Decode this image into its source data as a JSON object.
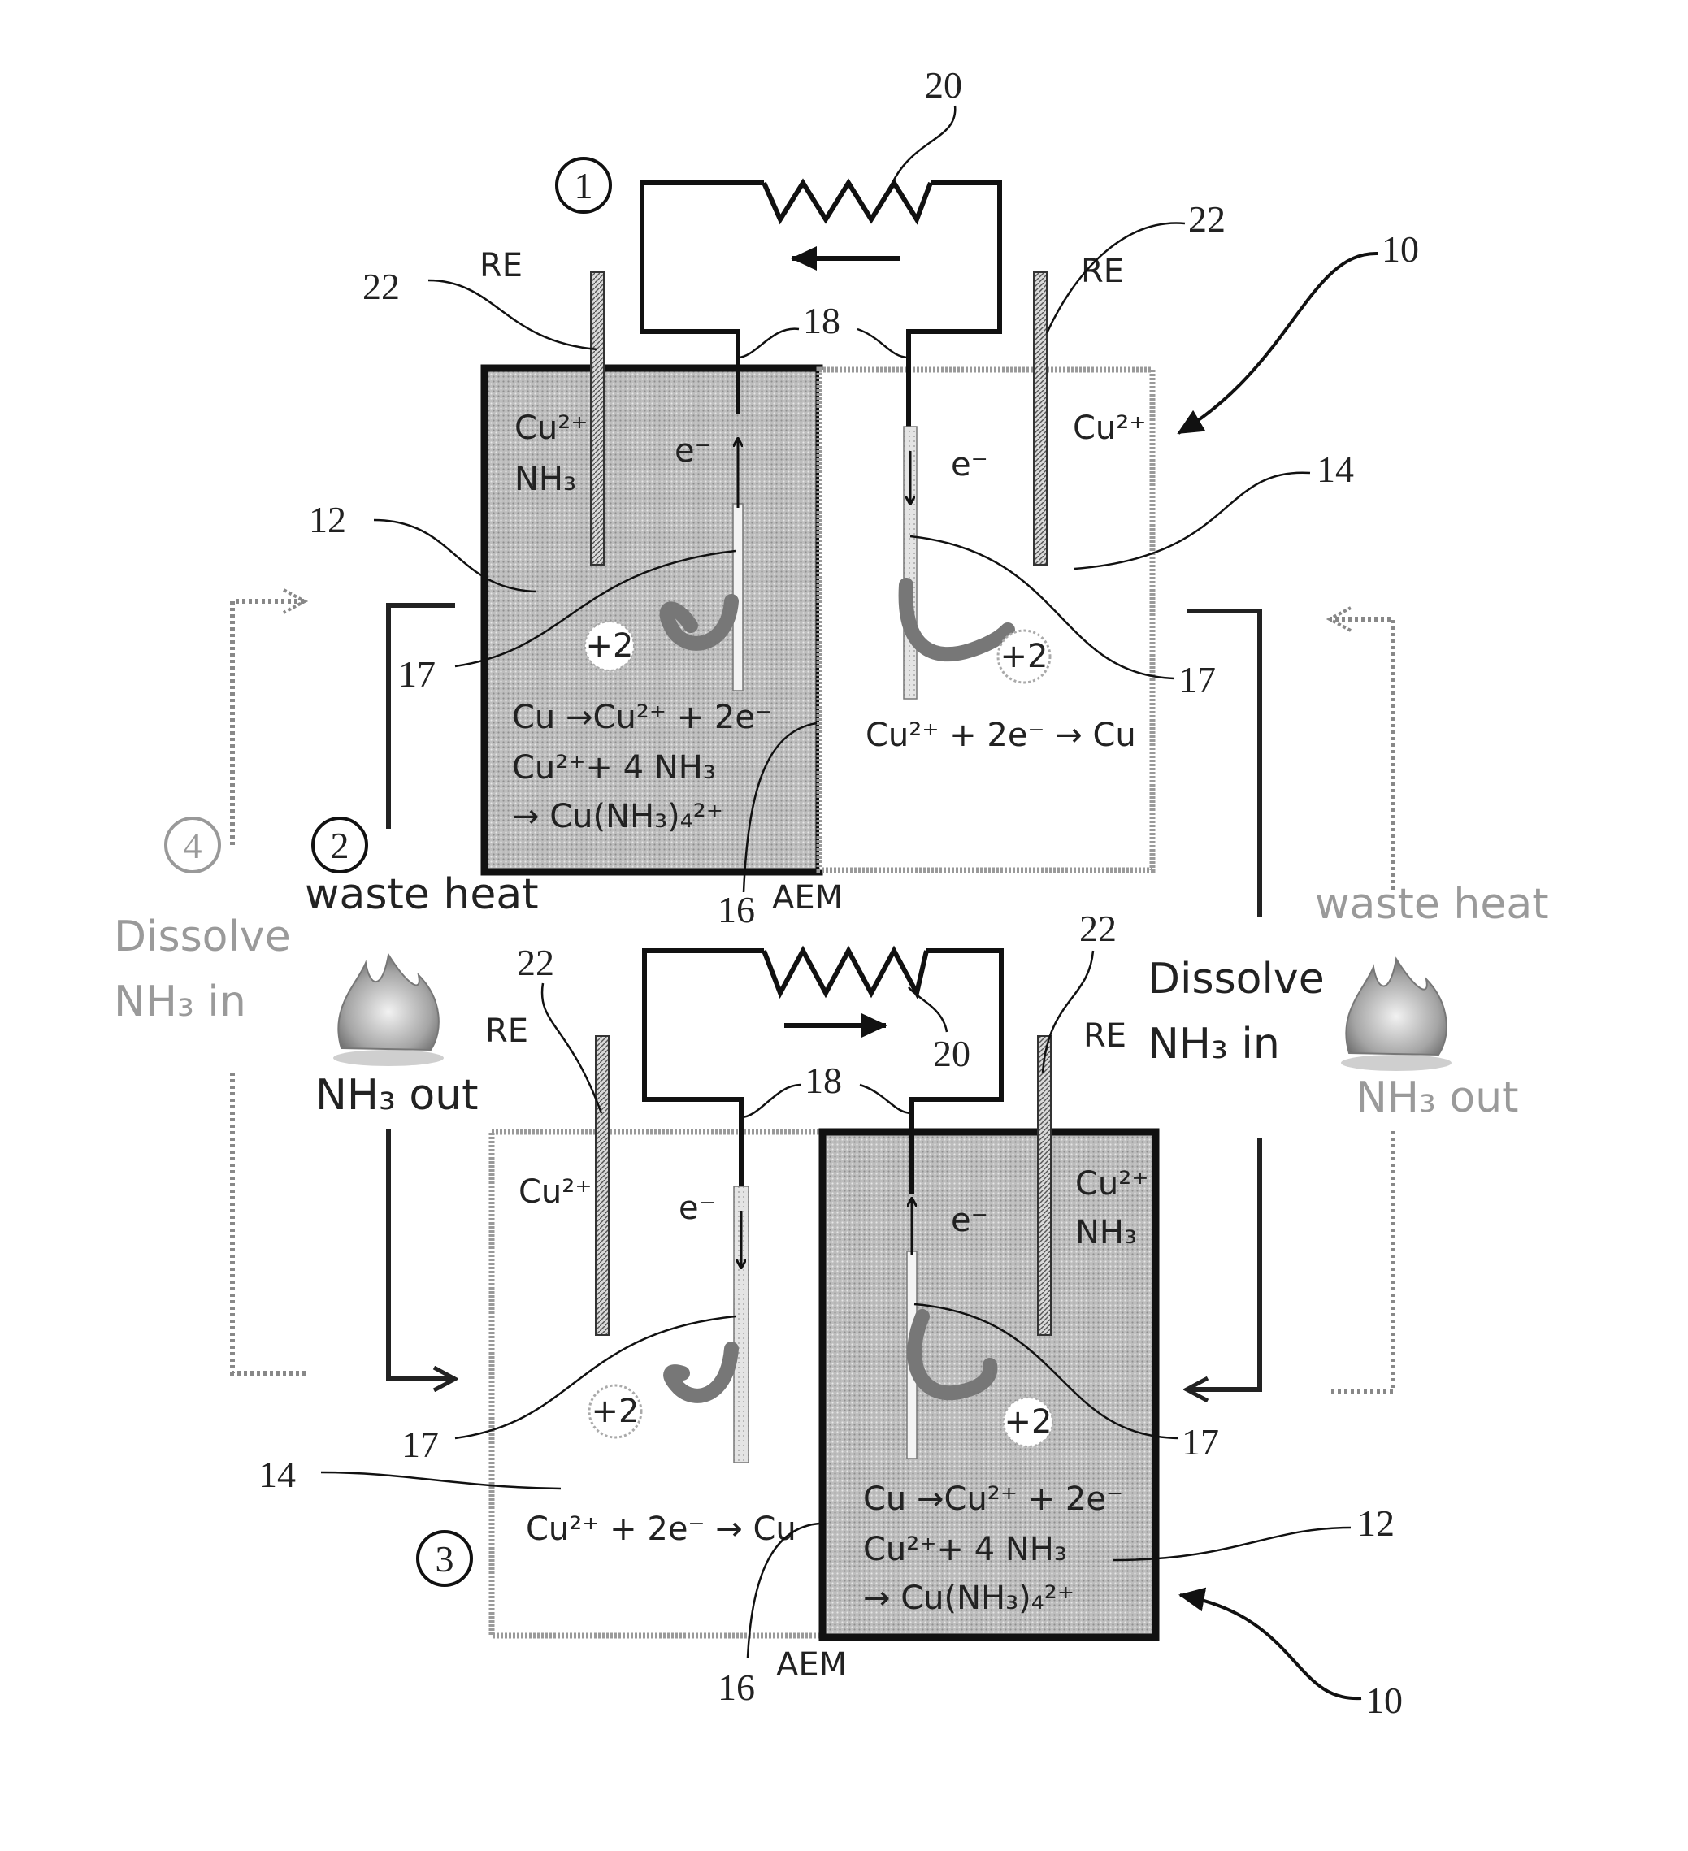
{
  "refs": {
    "r20": "20",
    "r22": "22",
    "r10": "10",
    "r14": "14",
    "r12": "12",
    "r17": "17",
    "r18": "18",
    "r16": "16"
  },
  "steps": {
    "s1": "1",
    "s2": "2",
    "s3": "3",
    "s4": "4"
  },
  "labels": {
    "re": "RE",
    "aem": "AEM",
    "electron": "e⁻",
    "charge": "+2",
    "waste_heat": "waste heat",
    "dissolve": "Dissolve",
    "nh3_in": "NH₃ in",
    "nh3_out": "NH₃ out"
  },
  "species": {
    "cu2": "Cu²⁺",
    "nh3": "NH₃"
  },
  "equations": {
    "anode_1": "Cu →Cu²⁺ + 2e⁻",
    "anode_2": "Cu²⁺+ 4 NH₃",
    "anode_3": "→ Cu(NH₃)₄²⁺",
    "cathode": "Cu²⁺ + 2e⁻ → Cu"
  },
  "colors": {
    "anolyte_fill": "#b8b8b8",
    "catholyte_fill": "#ffffff",
    "line": "#111111",
    "faded": "#9a9a9a"
  }
}
